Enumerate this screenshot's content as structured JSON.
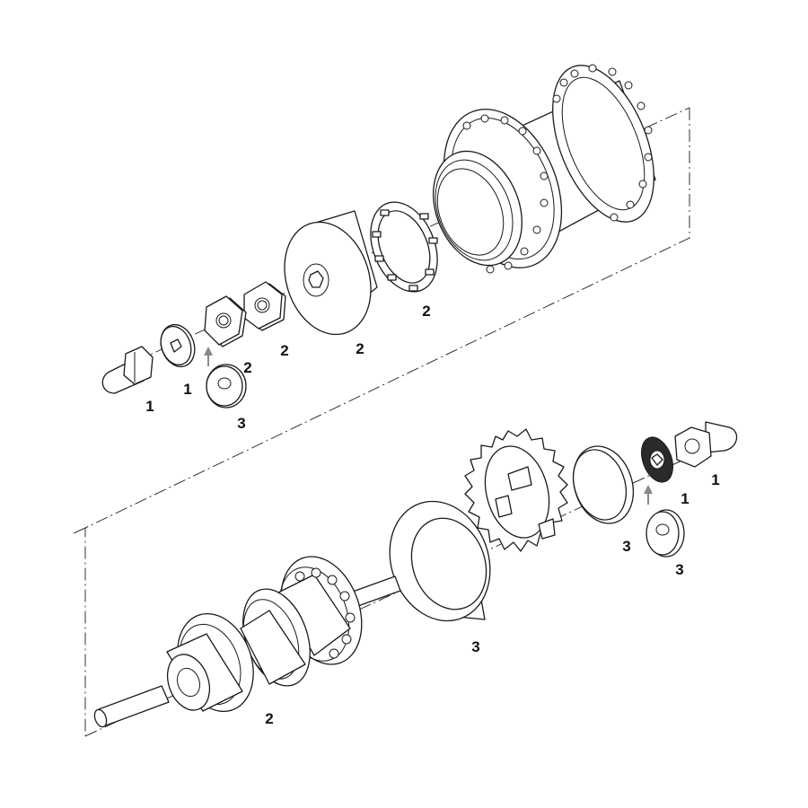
{
  "callouts": {
    "cap_nut_upper": "1",
    "lock_washer_upper": "1",
    "washer_upper": "3",
    "hex_nut_a": "2",
    "hex_nut_b": "2",
    "dust_cap": "2",
    "bearing_retainer": "2",
    "shell_seal": "3",
    "internal_assembly": "2",
    "sprocket_spacer": "3",
    "washer_lower": "3",
    "lock_washer_lower": "1",
    "cap_nut_lower": "1"
  },
  "colors": {
    "line": "#1a1a1a",
    "background": "#ffffff",
    "arrow": "#888888"
  }
}
